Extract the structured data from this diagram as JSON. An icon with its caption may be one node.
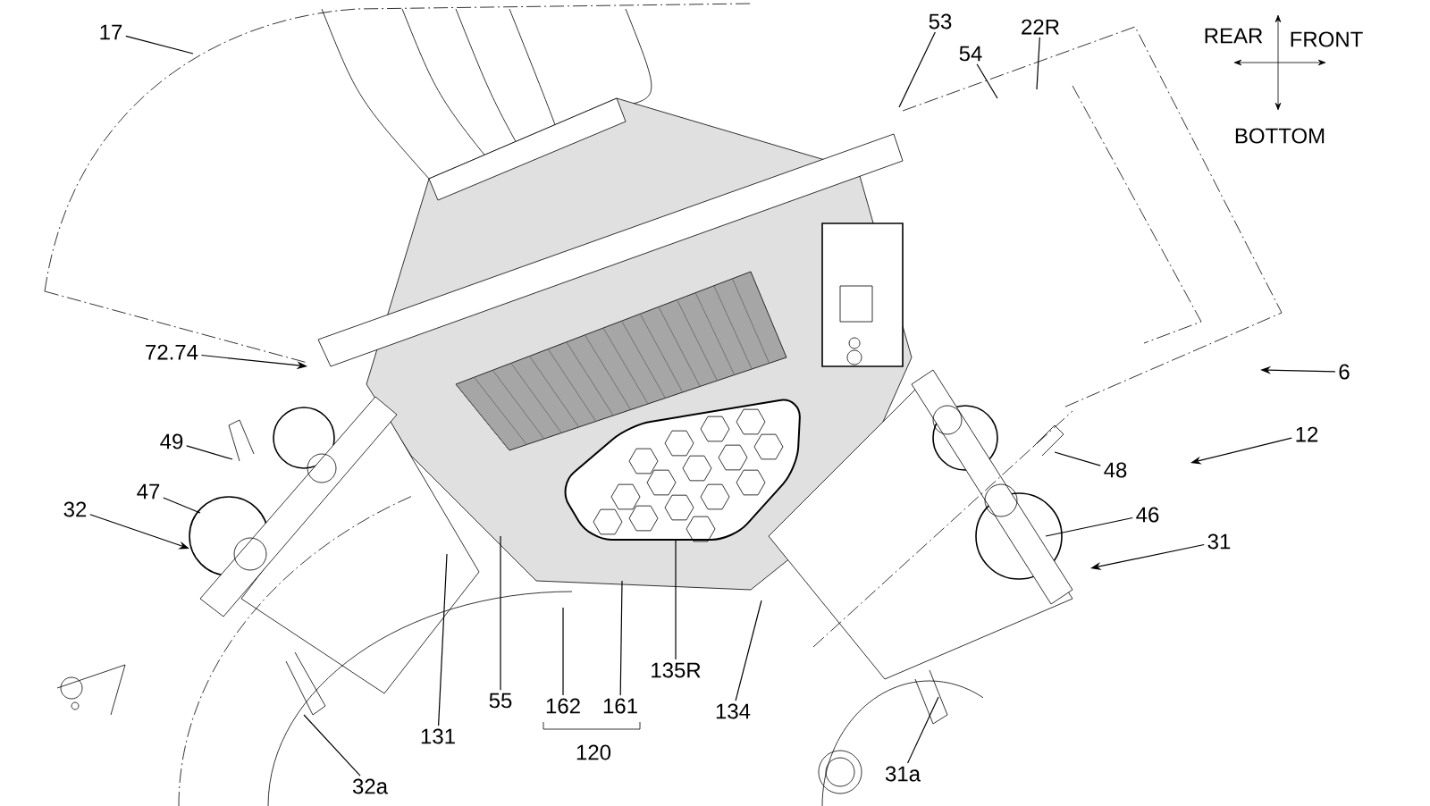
{
  "diagram": {
    "nodes": [
      {
        "text": [
          "17"
        ]
      },
      {
        "text": [
          "53"
        ]
      },
      {
        "text": [
          "54"
        ]
      },
      {
        "text": [
          "22R"
        ]
      },
      {
        "text": [
          "72.74"
        ]
      },
      {
        "text": [
          "6"
        ]
      },
      {
        "text": [
          "49"
        ]
      },
      {
        "text": [
          "12"
        ]
      },
      {
        "text": [
          "47"
        ]
      },
      {
        "text": [
          "48"
        ]
      },
      {
        "text": [
          "32"
        ]
      },
      {
        "text": [
          "46"
        ]
      },
      {
        "text": [
          "31"
        ]
      },
      {
        "text": [
          "55"
        ]
      },
      {
        "text": [
          "162"
        ]
      },
      {
        "text": [
          "161"
        ]
      },
      {
        "text": [
          "135R"
        ]
      },
      {
        "text": [
          "134"
        ]
      },
      {
        "text": [
          "131"
        ]
      },
      {
        "text": [
          "32a"
        ]
      },
      {
        "text": [
          "31a"
        ]
      }
    ],
    "edges": [
      {
        "from": 0,
        "to": null,
        "arrow": "none"
      },
      {
        "from": 1,
        "to": null,
        "arrow": "none"
      },
      {
        "from": 2,
        "to": null,
        "arrow": "none"
      },
      {
        "from": 3,
        "to": null,
        "arrow": "none"
      },
      {
        "from": 4,
        "to": null,
        "arrow": "to"
      },
      {
        "from": 5,
        "to": null,
        "arrow": "to"
      },
      {
        "from": 6,
        "to": null,
        "arrow": "none"
      },
      {
        "from": 7,
        "to": null,
        "arrow": "to"
      },
      {
        "from": 8,
        "to": null,
        "arrow": "none"
      },
      {
        "from": 9,
        "to": null,
        "arrow": "none"
      },
      {
        "from": 10,
        "to": null,
        "arrow": "to"
      },
      {
        "from": 11,
        "to": null,
        "arrow": "none"
      },
      {
        "from": 12,
        "to": null,
        "arrow": "to"
      },
      {
        "from": 13,
        "to": null,
        "arrow": "none"
      },
      {
        "from": 14,
        "to": null,
        "arrow": "none"
      },
      {
        "from": 15,
        "to": null,
        "arrow": "none"
      },
      {
        "from": 16,
        "to": null,
        "arrow": "none"
      },
      {
        "from": 17,
        "to": null,
        "arrow": "none"
      },
      {
        "from": 18,
        "to": null,
        "arrow": "none"
      },
      {
        "from": 19,
        "to": null,
        "arrow": "none"
      },
      {
        "from": 20,
        "to": null,
        "arrow": "none"
      }
    ],
    "labels": [
      "REAR",
      "FRONT",
      "BOTTOM",
      "120"
    ]
  }
}
